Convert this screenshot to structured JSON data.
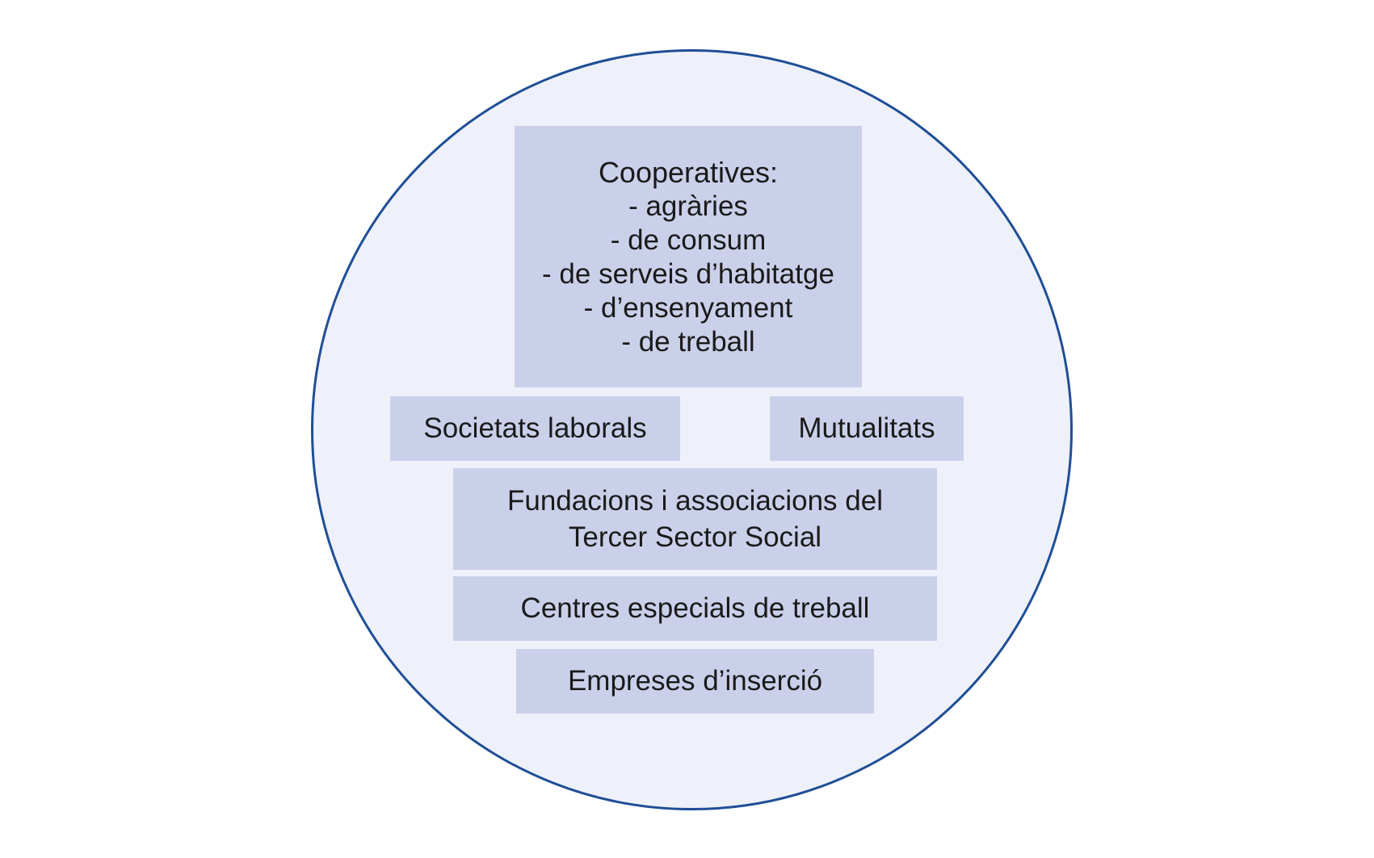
{
  "diagram": {
    "cooperatives": {
      "title": "Cooperatives:",
      "items": [
        "- agràries",
        "- de consum",
        "- de serveis d’habitatge",
        "- d’ensenyament",
        "- de treball"
      ]
    },
    "societats_laborals": "Societats laborals",
    "mutualitats": "Mutualitats",
    "fundacions": {
      "line1": "Fundacions i associacions del",
      "line2": "Tercer Sector Social"
    },
    "centres_especials": "Centres especials de treball",
    "empreses_insercio": "Empreses d’inserció"
  },
  "colors": {
    "circle_border": "#1f4e96",
    "circle_fill": "#eef1fa",
    "box_fill": "#cbd0ea"
  }
}
